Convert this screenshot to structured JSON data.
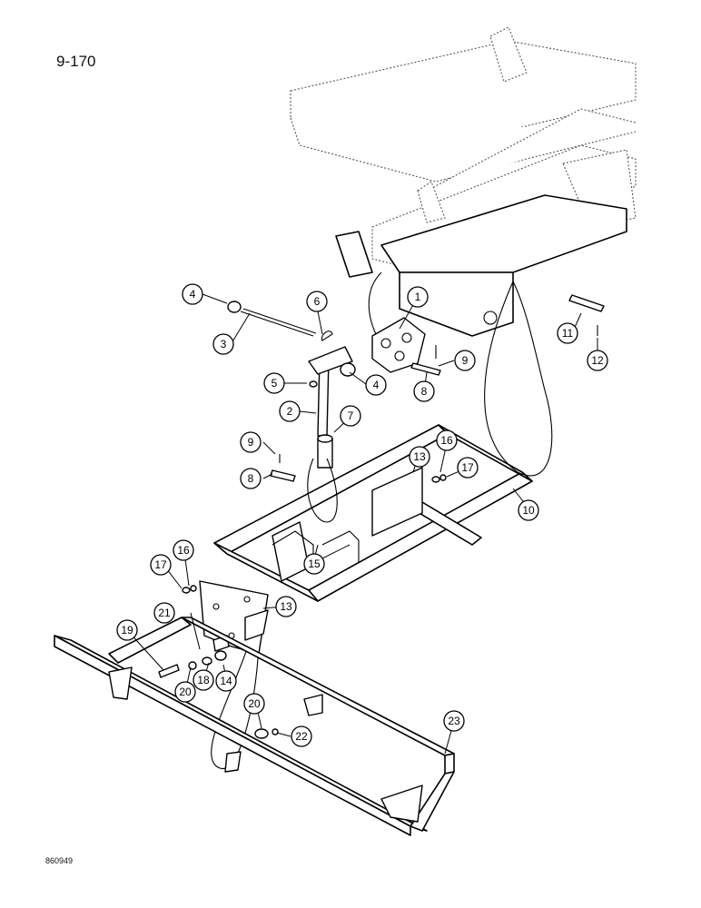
{
  "page": {
    "number": "9-170",
    "drawing_code": "860949"
  },
  "callouts": [
    {
      "id": "1",
      "label": "1"
    },
    {
      "id": "2",
      "label": "2"
    },
    {
      "id": "3",
      "label": "3"
    },
    {
      "id": "4a",
      "label": "4"
    },
    {
      "id": "4b",
      "label": "4"
    },
    {
      "id": "5",
      "label": "5"
    },
    {
      "id": "6",
      "label": "6"
    },
    {
      "id": "7",
      "label": "7"
    },
    {
      "id": "8a",
      "label": "8"
    },
    {
      "id": "8b",
      "label": "8"
    },
    {
      "id": "9a",
      "label": "9"
    },
    {
      "id": "9b",
      "label": "9"
    },
    {
      "id": "10",
      "label": "10"
    },
    {
      "id": "11",
      "label": "11"
    },
    {
      "id": "12",
      "label": "12"
    },
    {
      "id": "13a",
      "label": "13"
    },
    {
      "id": "13b",
      "label": "13"
    },
    {
      "id": "14",
      "label": "14"
    },
    {
      "id": "15",
      "label": "15"
    },
    {
      "id": "16a",
      "label": "16"
    },
    {
      "id": "16b",
      "label": "16"
    },
    {
      "id": "17a",
      "label": "17"
    },
    {
      "id": "17b",
      "label": "17"
    },
    {
      "id": "18",
      "label": "18"
    },
    {
      "id": "19",
      "label": "19"
    },
    {
      "id": "20a",
      "label": "20"
    },
    {
      "id": "20b",
      "label": "20"
    },
    {
      "id": "21",
      "label": "21"
    },
    {
      "id": "22",
      "label": "22"
    },
    {
      "id": "23",
      "label": "23"
    }
  ]
}
